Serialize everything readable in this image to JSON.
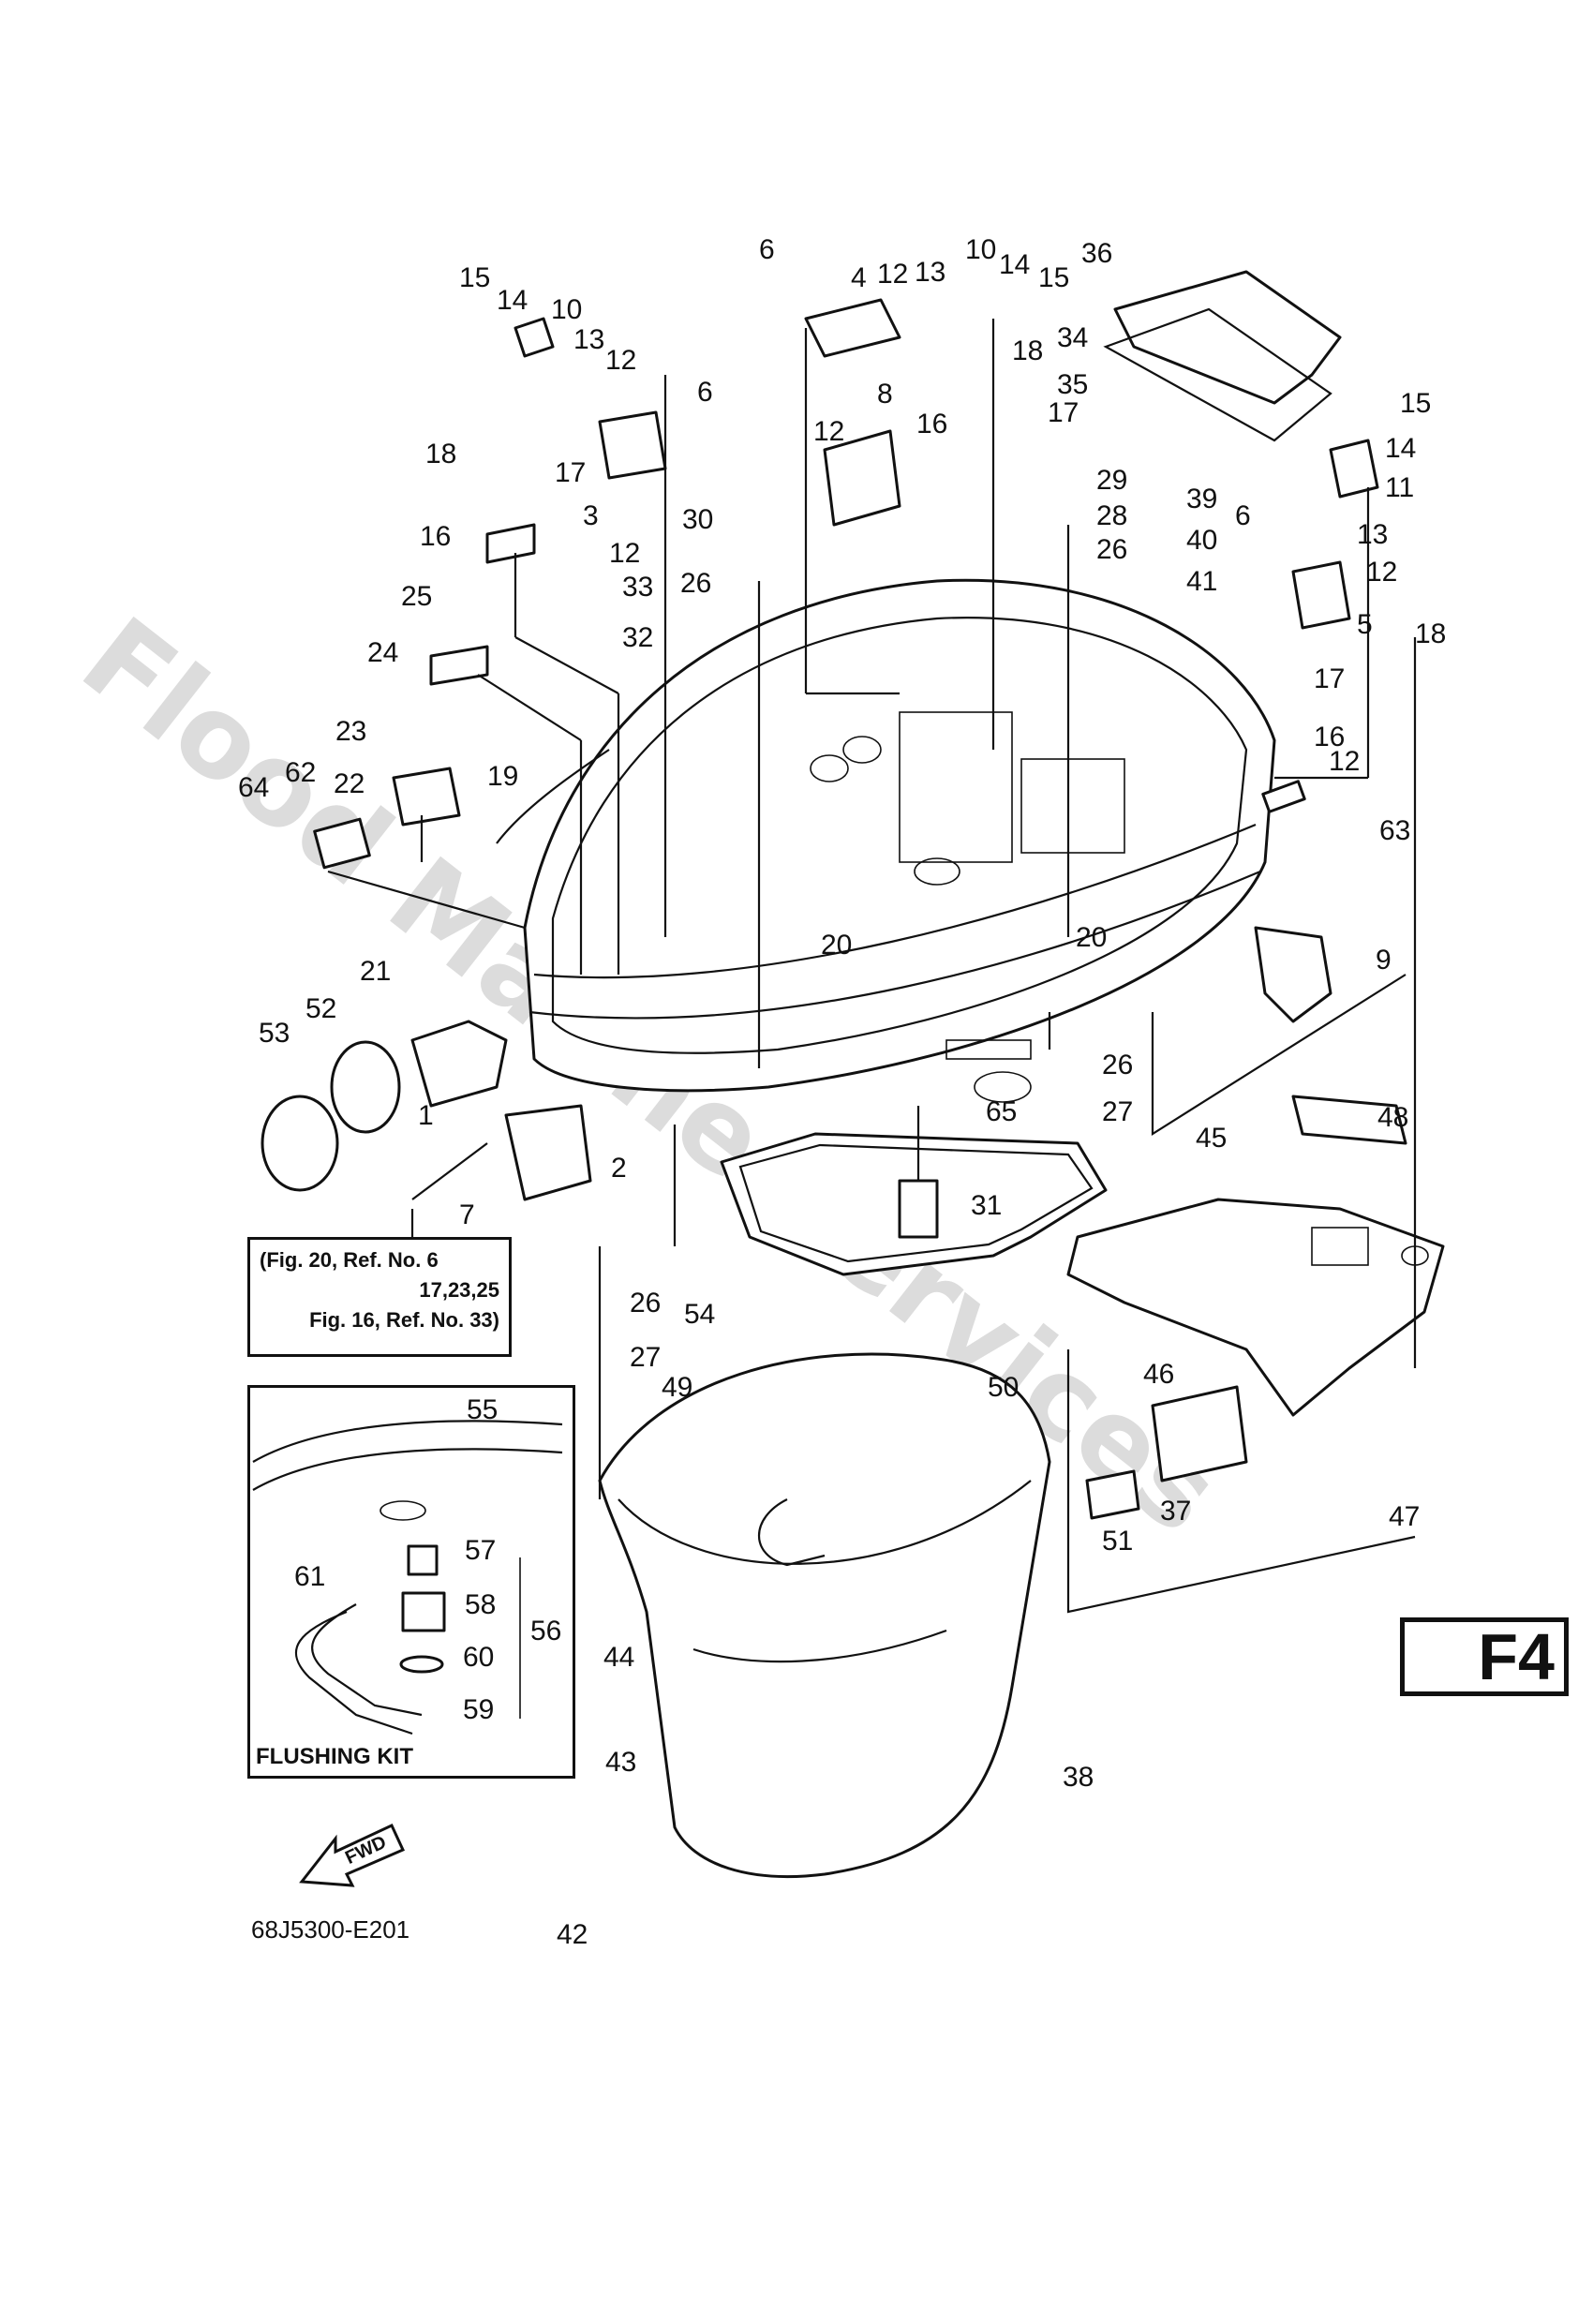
{
  "watermark": "Flood Marine Services",
  "page_code": "F4",
  "doc_code": "68J5300-E201",
  "note": {
    "line1": "(Fig. 20, Ref. No. 6",
    "line2": "17,23,25",
    "line3": "Fig. 16, Ref. No. 33)"
  },
  "flushing_kit_label": "FLUSHING KIT",
  "fwd_label": "FWD",
  "callouts": [
    "1",
    "2",
    "3",
    "4",
    "5",
    "6",
    "6",
    "6",
    "7",
    "8",
    "9",
    "10",
    "10",
    "11",
    "12",
    "12",
    "12",
    "12",
    "12",
    "12",
    "13",
    "13",
    "13",
    "14",
    "14",
    "14",
    "15",
    "15",
    "15",
    "16",
    "16",
    "16",
    "17",
    "17",
    "17",
    "18",
    "18",
    "18",
    "19",
    "20",
    "20",
    "21",
    "22",
    "23",
    "24",
    "25",
    "26",
    "26",
    "26",
    "26",
    "27",
    "27",
    "28",
    "29",
    "30",
    "31",
    "32",
    "33",
    "34",
    "35",
    "36",
    "37",
    "38",
    "39",
    "40",
    "41",
    "42",
    "43",
    "44",
    "45",
    "46",
    "47",
    "48",
    "49",
    "50",
    "51",
    "52",
    "53",
    "54",
    "55",
    "56",
    "57",
    "58",
    "59",
    "60",
    "61",
    "62",
    "63",
    "64",
    "65"
  ]
}
